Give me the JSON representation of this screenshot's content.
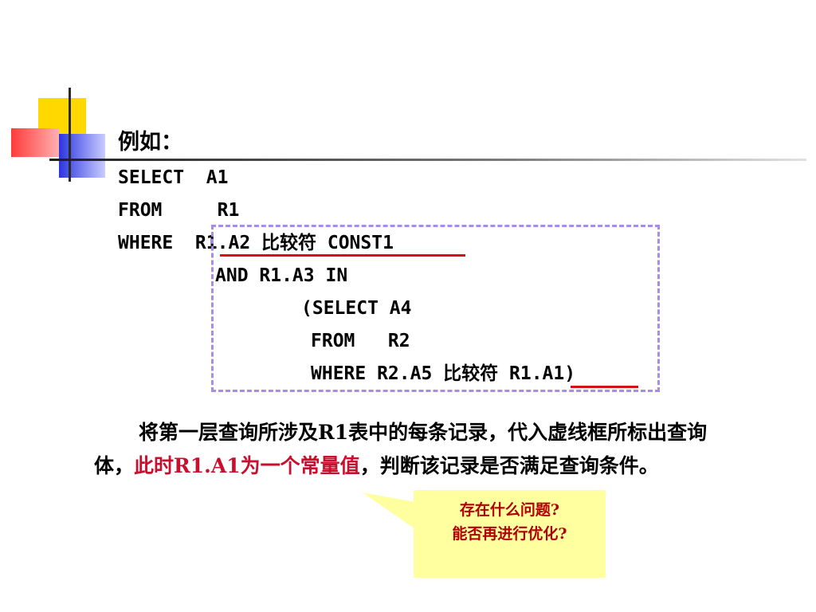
{
  "code": {
    "heading": "例如：",
    "lines": [
      "SELECT  A1",
      "FROM     R1",
      "WHERE  R1.A2 比较符 CONST1",
      "AND R1.A3 IN",
      "(SELECT A4",
      "FROM   R2",
      "WHERE R2.A5 比较符 R1.A1)"
    ]
  },
  "paragraph": {
    "part1": "将第一层查询所涉及R1表中的每条记录，代入虚线框所标出查询体，",
    "highlight": "此时R1.A1为一个常量值",
    "part2": "，判断该记录是否满足查询条件。"
  },
  "callout": {
    "line1": "存在什么问题?",
    "line2": "能否再进行优化?"
  },
  "colors": {
    "highlight": "#c8102e",
    "dashed_box": "#a98bea",
    "underline": "#d9101a",
    "callout_bg": "#ffff9f",
    "callout_text": "#b00000"
  }
}
